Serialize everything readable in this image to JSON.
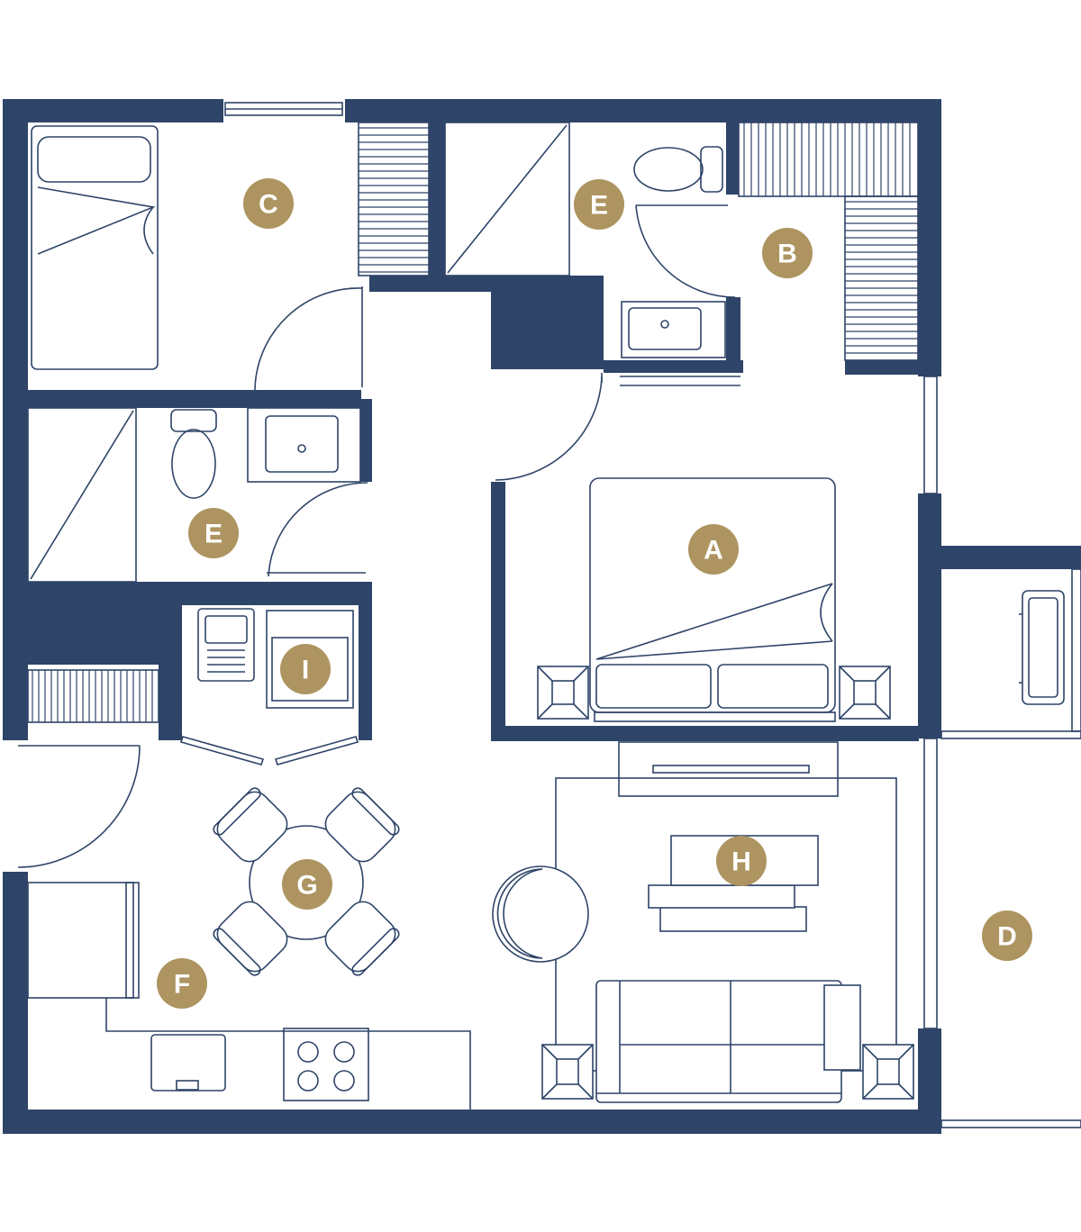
{
  "colors": {
    "wall": "#2e4468",
    "badge": "#ad9460",
    "badge_text": "#ffffff",
    "background": "#ffffff"
  },
  "rooms": [
    {
      "id": "room-a",
      "label": "A"
    },
    {
      "id": "room-b",
      "label": "B"
    },
    {
      "id": "room-c",
      "label": "C"
    },
    {
      "id": "room-d",
      "label": "D"
    },
    {
      "id": "room-e-upper",
      "label": "E"
    },
    {
      "id": "room-e-lower",
      "label": "E"
    },
    {
      "id": "room-f",
      "label": "F"
    },
    {
      "id": "room-g",
      "label": "G"
    },
    {
      "id": "room-h",
      "label": "H"
    },
    {
      "id": "room-i",
      "label": "I"
    }
  ]
}
